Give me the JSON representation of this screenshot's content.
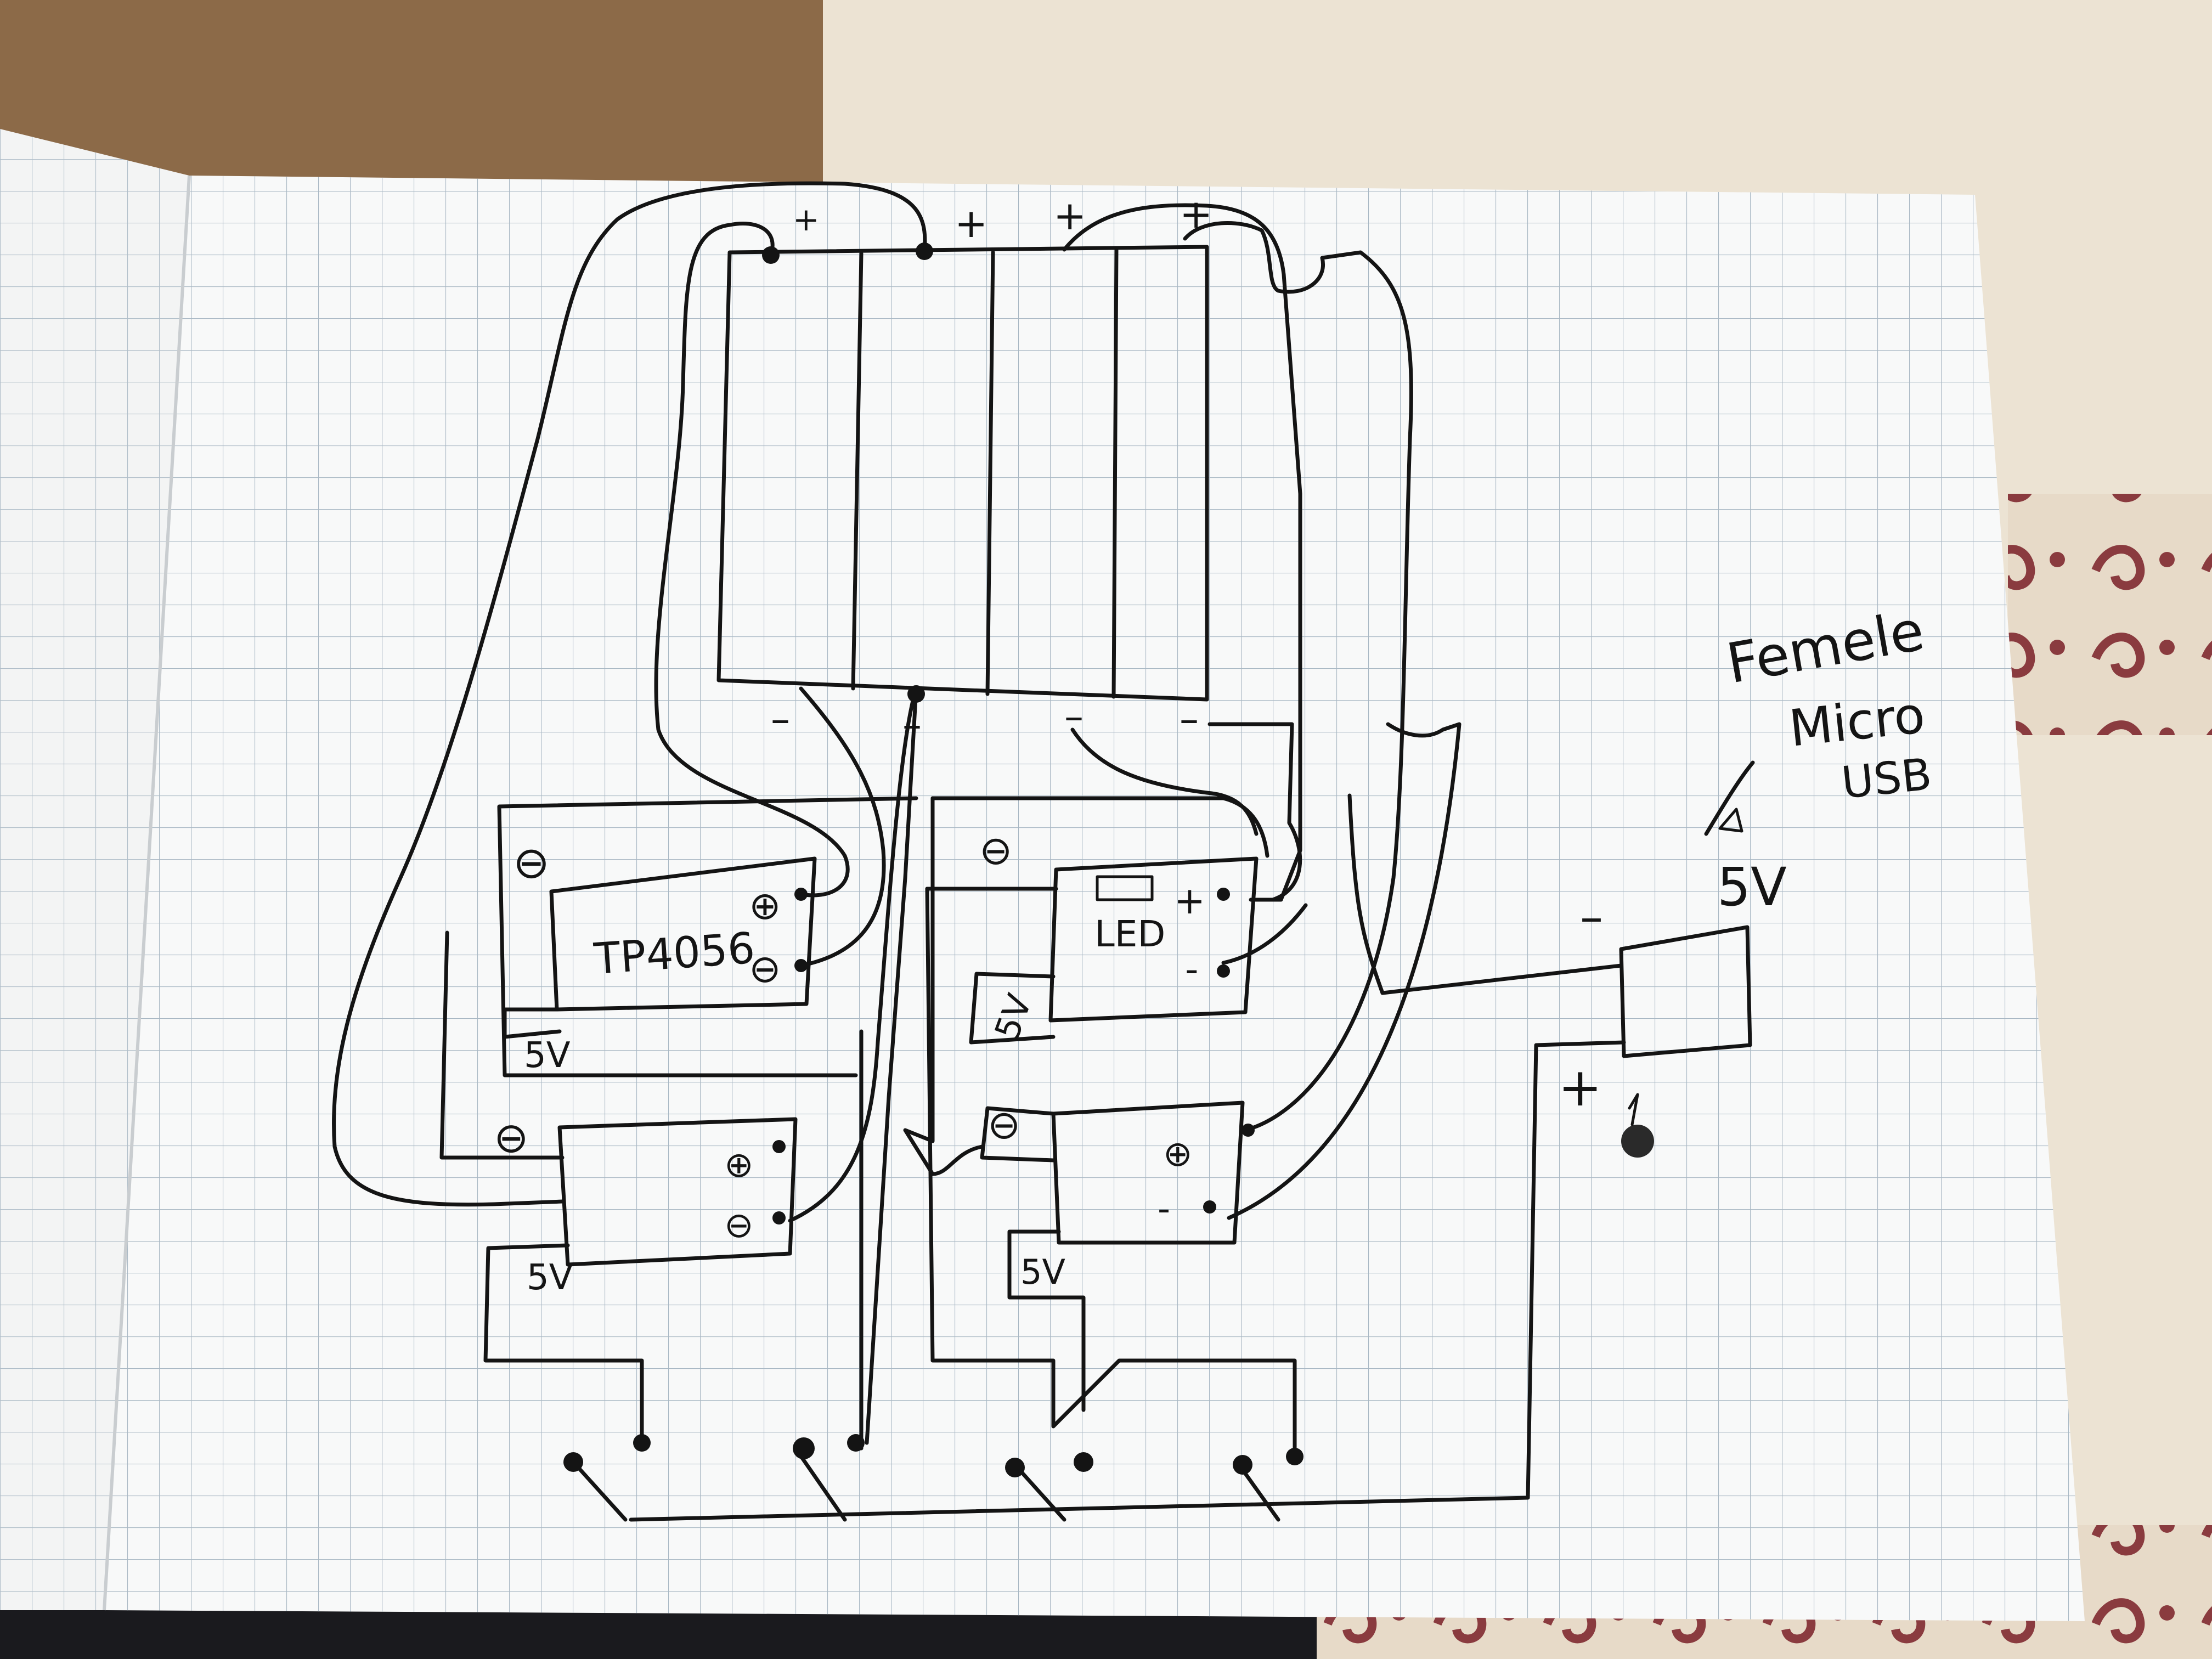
{
  "components": {
    "battery_pack": {
      "cells": 4,
      "positive_terminals": [
        "+",
        "+",
        "+",
        "+"
      ],
      "negative_terminals": [
        "–",
        "–",
        "–",
        "–"
      ]
    },
    "charger_top": {
      "label": "TP4056",
      "pin_plus": "⊕",
      "pin_minus": "⊖",
      "input_minus": "⊖",
      "input_5v": "5V"
    },
    "charger_bottom": {
      "pin_plus": "⊕",
      "pin_minus": "⊖",
      "input_minus": "⊖",
      "input_5v": "5V"
    },
    "led_top": {
      "label": "LED",
      "pin_plus": "+",
      "pin_minus": "-",
      "input_minus": "⊖",
      "input_5v": "5V"
    },
    "led_bottom": {
      "pin_plus": "⊕",
      "pin_minus": "-",
      "input_minus": "⊖",
      "input_5v": "5V"
    },
    "usb_port": {
      "title_line1": "Femele",
      "title_line2": "Micro",
      "title_line3": "USB",
      "voltage": "5V",
      "minus": "–",
      "plus": "+"
    }
  },
  "colors": {
    "ink": "#141414",
    "paper": "#f7f8f8",
    "grid": "#a9b8c4",
    "wood": "#8c6a48",
    "fabric": "#e9dccb",
    "fabric_pattern": "#8a3b3f"
  }
}
